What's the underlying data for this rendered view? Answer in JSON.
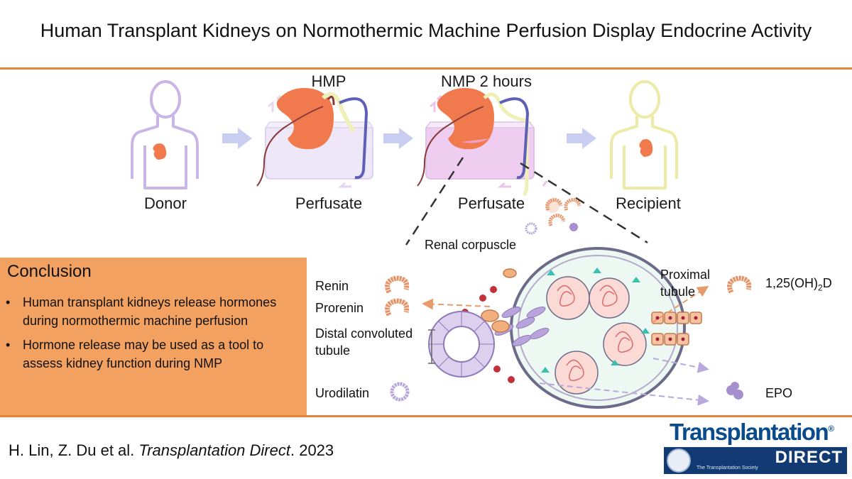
{
  "title": "Human Transplant Kidneys on Normothermic Machine Perfusion Display Endocrine Activity",
  "stages": {
    "donor": "Donor",
    "hmp_top": "HMP",
    "hmp_bottom": "Perfusate",
    "nmp_top": "NMP 2 hours",
    "nmp_bottom": "Perfusate",
    "recipient": "Recipient"
  },
  "detail": {
    "renal_corpuscle": "Renal corpuscle",
    "renin": "Renin",
    "prorenin": "Prorenin",
    "distal_line1": "Distal convoluted",
    "distal_line2": "tubule",
    "urodilatin": "Urodilatin",
    "proximal_line1": "Proximal",
    "proximal_line2": "tubule",
    "vitd_prefix": "1,25(OH)",
    "vitd_sub": "2",
    "vitd_suffix": "D",
    "epo": "EPO"
  },
  "conclusion": {
    "heading": "Conclusion",
    "bullets": [
      "Human transplant kidneys release hormones during normothermic machine perfusion",
      "Hormone release may be used as a tool to assess kidney function during NMP"
    ]
  },
  "citation": {
    "authors": "H. Lin, Z. Du et al. ",
    "journal": "Transplantation Direct",
    "year": ". 2023"
  },
  "logo": {
    "top": "Transplantation",
    "registered": "®",
    "bottom": "DIRECT",
    "society": "The Transplantation Society"
  },
  "colors": {
    "accent_orange": "#e2863b",
    "conclusion_bg": "#f2a160",
    "kidney": "#f07a4e",
    "arrow": "#c9cdf2",
    "body_outline_donor": "#c9b6e6",
    "body_outline_recipient": "#eceaa6",
    "logo_blue": "#0a4b8c"
  }
}
